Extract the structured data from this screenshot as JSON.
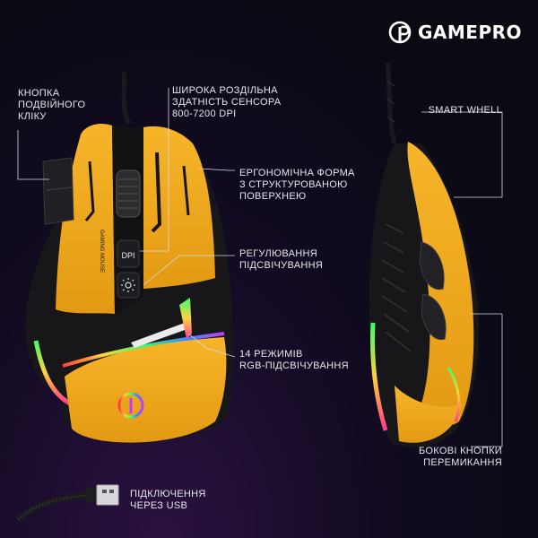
{
  "brand": {
    "name": "GAMEPRO",
    "logo_icon": "gamepro-logo-icon"
  },
  "labels": {
    "double_click": "КНОПКА\nПОДВІЙНОГО\nКЛІКУ",
    "sensor": "ШИРОКА РОЗДІЛЬНА\nЗДАТНІСТЬ СЕНСОРА\n800-7200 DPI",
    "ergonomic": "ЕРГОНОМІЧНА ФОРМА\nЗ СТРУКТУРОВАНОЮ\nПОВЕРХНЕЮ",
    "backlight": "РЕГУЛЮВАННЯ\nПІДСВІЧУВАННЯ",
    "rgb": "14 РЕЖИМІВ\nRGB-ПІДСВІЧУВАННЯ",
    "usb": "ПІДКЛЮЧЕННЯ\nЧЕРЕЗ USB",
    "smart_wheel": "SMART WHELL",
    "side_buttons": "БОКОВІ КНОПКИ\nПЕРЕМИКАННЯ"
  },
  "mouse": {
    "dpi_label": "DPI",
    "side_text": "GAMING MOUSE"
  },
  "colors": {
    "body_yellow": "#f2a81d",
    "shell_black": "#17171a",
    "background": "#0e0a1c"
  }
}
